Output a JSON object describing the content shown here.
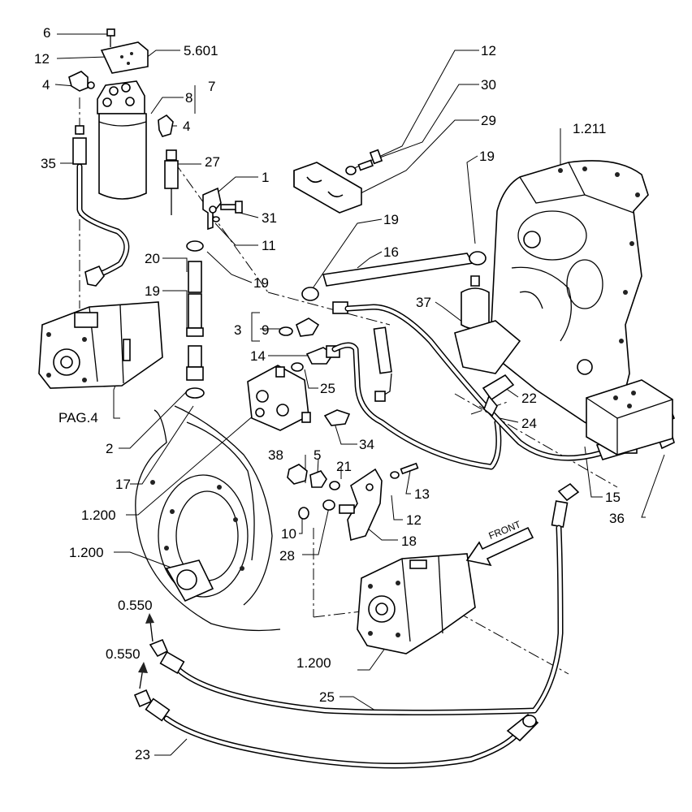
{
  "labels": {
    "l6": "6",
    "l12a": "12",
    "l5601": "5.601",
    "l4a": "4",
    "l8": "8",
    "l7": "7",
    "l4b": "4",
    "l35": "35",
    "l27": "27",
    "l1": "1",
    "l31": "31",
    "l11": "11",
    "l20": "20",
    "l19a": "19",
    "l19b": "19",
    "lPAG4": "PAG.4",
    "l2": "2",
    "l17": "17",
    "l1200a": "1.200",
    "l1200b": "1.200",
    "l0550a": "0.550",
    "l0550b": "0.550",
    "l23": "23",
    "l12b": "12",
    "l30": "30",
    "l29": "29",
    "l1211": "1.211",
    "l19c": "19",
    "l19d": "19",
    "l16": "16",
    "l3": "3",
    "l9": "9",
    "l14": "14",
    "l25a": "25",
    "l37": "37",
    "l22": "22",
    "l24": "24",
    "l34": "34",
    "l38": "38",
    "l5": "5",
    "l21": "21",
    "l13": "13",
    "l12c": "12",
    "l10": "10",
    "l28": "28",
    "l18": "18",
    "l15": "15",
    "l36": "36",
    "l1200c": "1.200",
    "l25b": "25",
    "front": "FRONT"
  }
}
